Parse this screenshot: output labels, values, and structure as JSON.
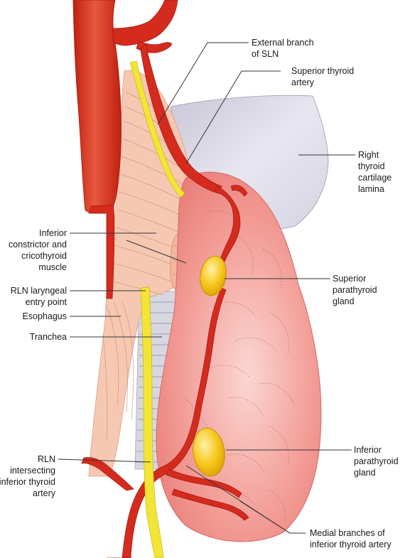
{
  "colors": {
    "artery": "#d42b1e",
    "nerve": "#f2e536",
    "thyroid_gland": "#ef8f8c",
    "thyroid_cartilage": "#e4e1ec",
    "muscle": "#f6c8b2",
    "parathyroid": "#f5c517",
    "trachea": "#d5d5de"
  },
  "labels": {
    "external_branch_sln": [
      "External branch",
      "of SLN"
    ],
    "superior_thyroid_artery": [
      "Superior thyroid",
      "artery"
    ],
    "right_thyroid_cartilage": [
      "Right",
      "thyroid",
      "cartilage",
      "lamina"
    ],
    "inferior_constrictor": [
      "Inferior",
      "constrictor and",
      "cricothyroid",
      "muscle"
    ],
    "rln_entry_point": [
      "RLN laryngeal",
      "entry point"
    ],
    "esophagus": [
      "Esophagus"
    ],
    "tranchea": [
      "Tranchea"
    ],
    "superior_parathyroid": [
      "Superior",
      "parathyroid",
      "gland"
    ],
    "rln_intersecting": [
      "RLN",
      "intersecting",
      "inferior thyroid",
      "artery"
    ],
    "inferior_parathyroid": [
      "Inferior",
      "parathyroid",
      "gland"
    ],
    "medial_branches": [
      "Medial branches of",
      "inferior thyroid artery"
    ]
  }
}
